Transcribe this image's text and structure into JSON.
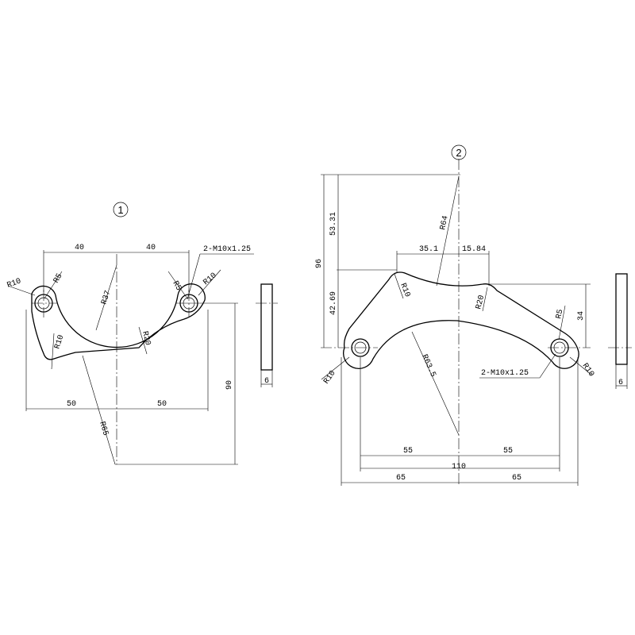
{
  "view1": {
    "number": "1",
    "dim_left": "40",
    "dim_right": "40",
    "dim_bottom_left": "50",
    "dim_bottom_right": "50",
    "dim_height": "90",
    "radius_outer_left": "R10",
    "radius_hole_left": "R5",
    "radius_inner": "R37",
    "radius_hole_right": "R5",
    "radius_outer_right": "R10",
    "radius_fillet_left": "R10",
    "radius_fillet_right": "R20",
    "radius_bottom": "R65",
    "thread_note": "2-M10x1.25",
    "thickness": "6"
  },
  "view2": {
    "number": "2",
    "dim_total_height": "96",
    "dim_upper": "53.31",
    "dim_lower": "42.69",
    "dim_top_left": "35.1",
    "dim_top_right": "15.84",
    "dim_right_height": "34",
    "radius_top": "R64",
    "radius_fillet_left": "R10",
    "radius_fillet_right": "R20",
    "radius_hole": "R5",
    "radius_arch": "R63.5",
    "radius_outer_left": "R10",
    "radius_outer_right": "R10",
    "thread_note": "2-M10x1.25",
    "dim_inner_left": "55",
    "dim_inner_right": "55",
    "dim_overall": "110",
    "dim_outer_left": "65",
    "dim_outer_right": "65",
    "thickness": "6"
  }
}
